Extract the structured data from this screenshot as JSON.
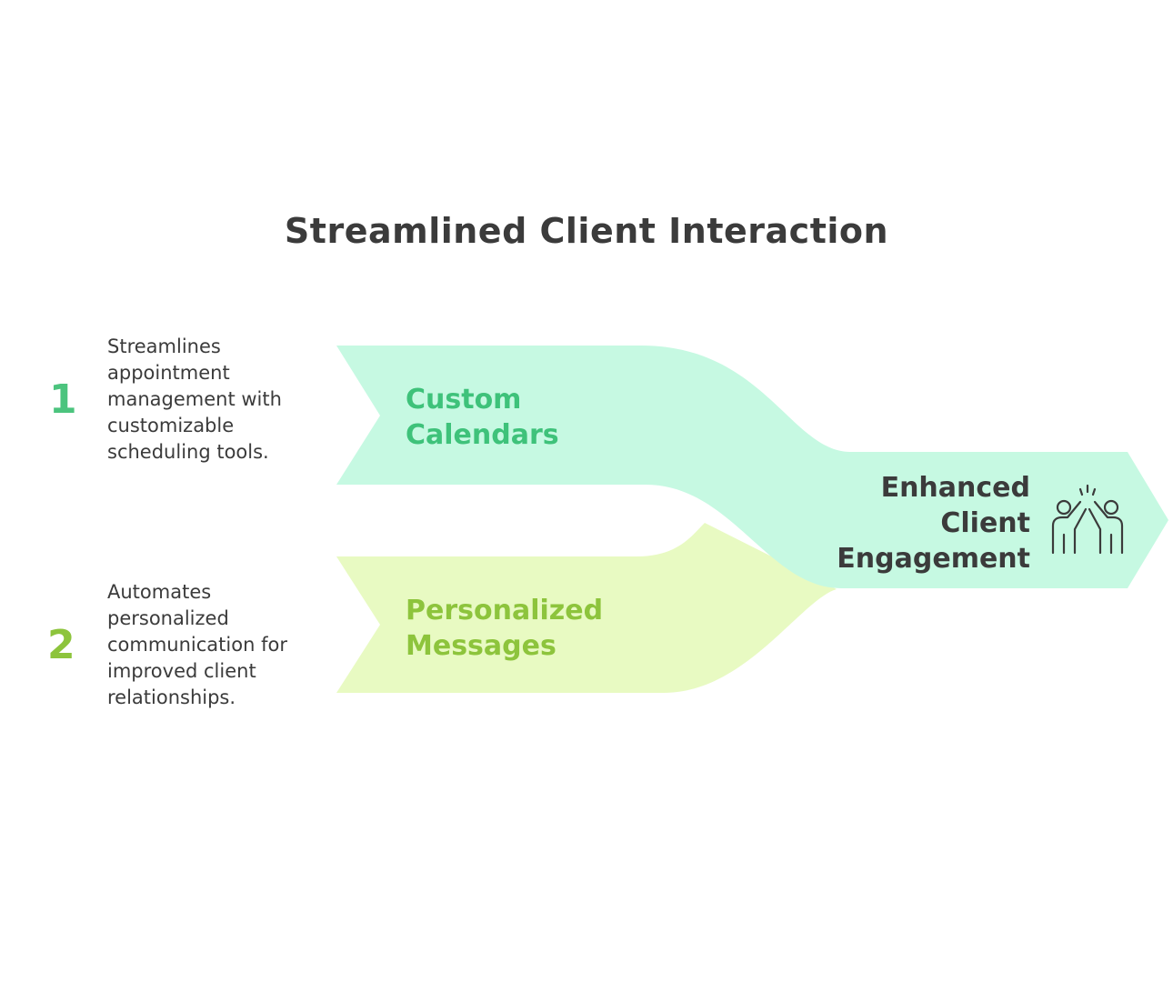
{
  "title": "Streamlined Client Interaction",
  "steps": [
    {
      "number": "1",
      "description": "Streamlines appointment management with customizable scheduling tools.",
      "label_line1": "Custom",
      "label_line2": "Calendars"
    },
    {
      "number": "2",
      "description": "Automates personalized communication for improved client relationships.",
      "label_line1": "Personalized",
      "label_line2": "Messages"
    }
  ],
  "result": {
    "line1": "Enhanced",
    "line2": "Client",
    "line3": "Engagement",
    "icon": "high-five-icon"
  },
  "colors": {
    "title_text": "#3b3b3b",
    "branch1_fill": "#c6f9e2",
    "branch1_text": "#3ec27a",
    "branch2_fill": "#e8fac2",
    "branch2_text": "#8dc43c",
    "result_fill": "#c6f9e2",
    "number1": "#4cc47e",
    "number2": "#8dc43c",
    "body_text": "#3b3b3b"
  }
}
